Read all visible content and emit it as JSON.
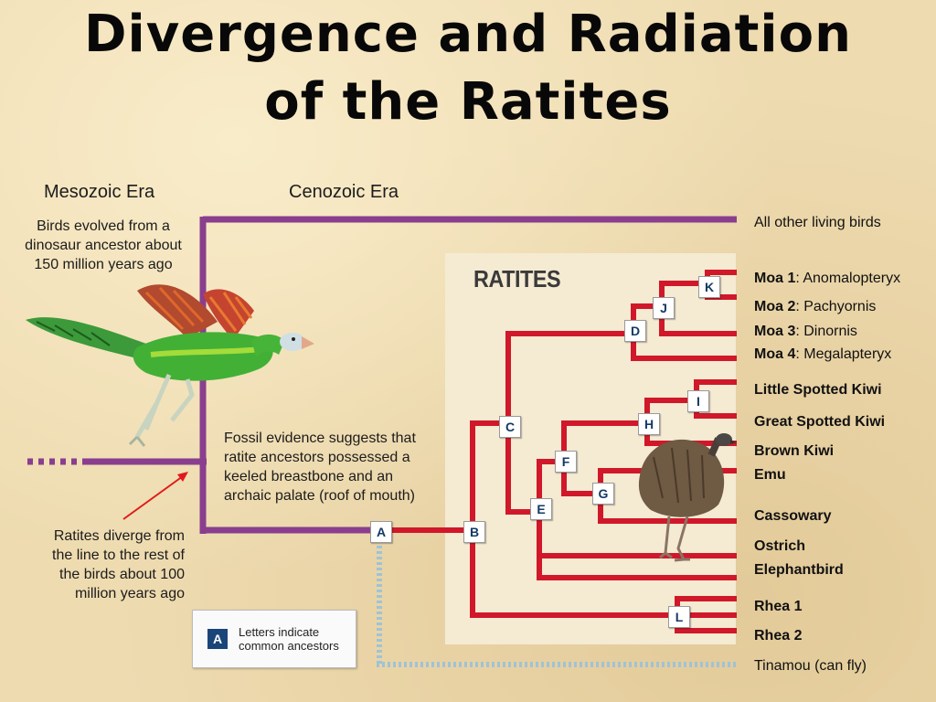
{
  "title": {
    "line1": "Divergence and Radiation",
    "line2": "of the Ratites"
  },
  "eras": {
    "mesozoic": "Mesozoic Era",
    "cenozoic": "Cenozoic Era"
  },
  "notes": {
    "birds_evolved": [
      "Birds evolved from a",
      "dinosaur ancestor about",
      "150 million years ago"
    ],
    "fossil": [
      "Fossil evidence suggests that",
      "ratite ancestors possessed a",
      "keeled breastbone and an",
      "archaic palate (roof of mouth)"
    ],
    "diverge": [
      "Ratites diverge from",
      "the line to the rest of",
      "the birds about 100",
      "million years ago"
    ]
  },
  "ratites_label": "RATITES",
  "nodes": [
    "A",
    "B",
    "C",
    "D",
    "E",
    "F",
    "G",
    "H",
    "I",
    "J",
    "K",
    "L"
  ],
  "tips": {
    "all_other": "All other living birds",
    "moa1_a": "Moa 1",
    "moa1_b": ": Anomalopteryx",
    "moa2_a": "Moa 2",
    "moa2_b": ": Pachyornis",
    "moa3_a": "Moa 3",
    "moa3_b": ": Dinornis",
    "moa4_a": "Moa 4",
    "moa4_b": ": Megalapteryx",
    "little_spotted_kiwi": "Little Spotted Kiwi",
    "great_spotted_kiwi": "Great Spotted Kiwi",
    "brown_kiwi": "Brown Kiwi",
    "emu": "Emu",
    "cassowary": "Cassowary",
    "ostrich": "Ostrich",
    "elephantbird": "Elephantbird",
    "rhea1": "Rhea 1",
    "rhea2": "Rhea 2",
    "tinamou": "Tinamou (can fly)"
  },
  "legend": {
    "letter": "A",
    "line1": "Letters indicate",
    "line2": "common ancestors"
  },
  "colors": {
    "purple_branch": "#8a3e8e",
    "red_branch": "#d0182a",
    "dotted_branch": "#9fc3d6",
    "node_text": "#123a66"
  },
  "icons": {
    "archaeopteryx": "feathered-dinosaur-illustration",
    "emu": "emu-illustration"
  }
}
